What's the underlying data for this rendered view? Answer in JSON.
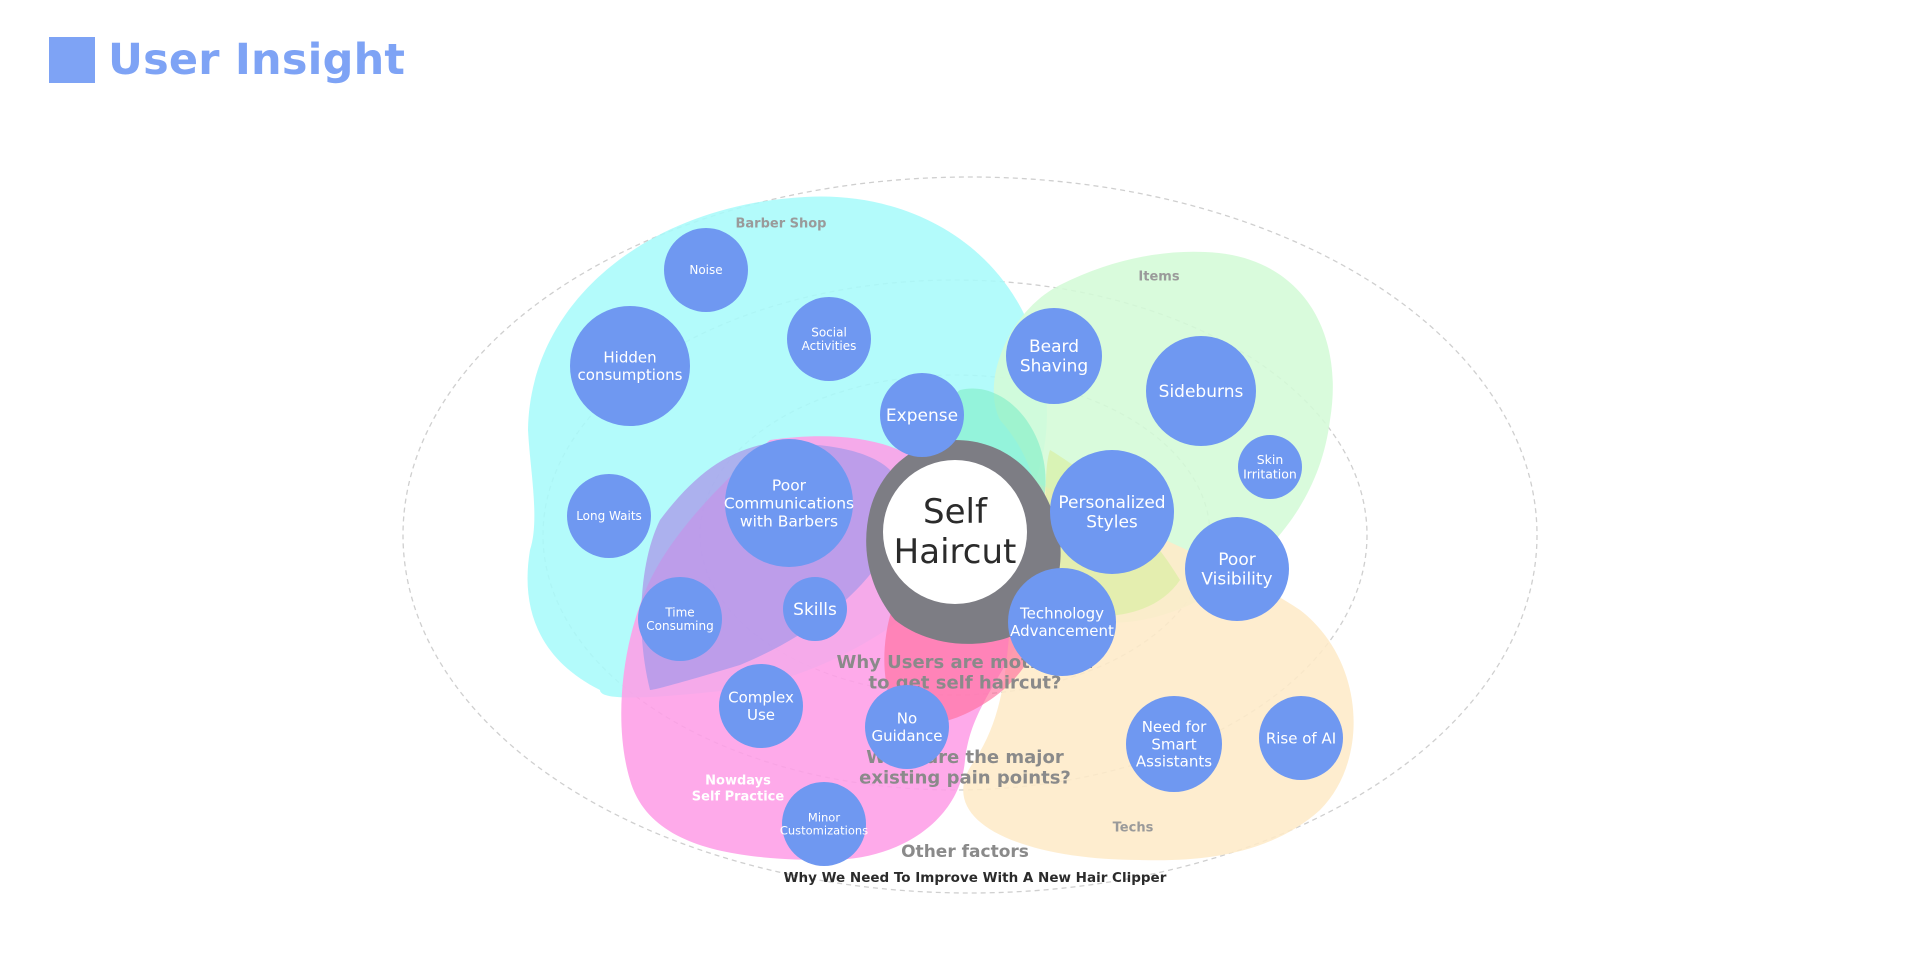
{
  "header": {
    "title": "User Insight",
    "accent_color": "#7ea3f5"
  },
  "diagram": {
    "center_label": [
      "Self",
      "Haircut"
    ],
    "rings": [
      {
        "label": [
          "Why Users are motivated",
          "to get self haircut?"
        ]
      },
      {
        "label": [
          "What are the major",
          "existing pain points?"
        ]
      },
      {
        "label": [
          "Other factors"
        ]
      }
    ],
    "caption": "Why We Need To Improve With A New Hair Clipper",
    "groups": [
      {
        "label": [
          "Barber Shop"
        ],
        "color": "#a9fbfa"
      },
      {
        "label": [
          "Items"
        ],
        "color": "#d4fbd7"
      },
      {
        "label": [
          "Nowdays",
          "Self Practice"
        ],
        "color": "#fe9ee7"
      },
      {
        "label": [
          "Techs"
        ],
        "color": "#feeac8"
      }
    ],
    "bubble_color": "#6f98f1",
    "bubbles": [
      {
        "label": [
          "Noise"
        ]
      },
      {
        "label": [
          "Social",
          "Activities"
        ]
      },
      {
        "label": [
          "Hidden",
          "consumptions"
        ]
      },
      {
        "label": [
          "Long Waits"
        ]
      },
      {
        "label": [
          "Poor",
          "Communications",
          "with Barbers"
        ]
      },
      {
        "label": [
          "Expense"
        ]
      },
      {
        "label": [
          "Skills"
        ]
      },
      {
        "label": [
          "Time",
          "Consuming"
        ]
      },
      {
        "label": [
          "Complex",
          "Use"
        ]
      },
      {
        "label": [
          "No",
          "Guidance"
        ]
      },
      {
        "label": [
          "Minor",
          "Customizations"
        ]
      },
      {
        "label": [
          "Beard",
          "Shaving"
        ]
      },
      {
        "label": [
          "Sideburns"
        ]
      },
      {
        "label": [
          "Skin",
          "Irritation"
        ]
      },
      {
        "label": [
          "Personalized",
          "Styles"
        ]
      },
      {
        "label": [
          "Poor",
          "Visibility"
        ]
      },
      {
        "label": [
          "Technology",
          "Advancement"
        ]
      },
      {
        "label": [
          "Need for",
          "Smart",
          "Assistants"
        ]
      },
      {
        "label": [
          "Rise of AI"
        ]
      }
    ]
  }
}
